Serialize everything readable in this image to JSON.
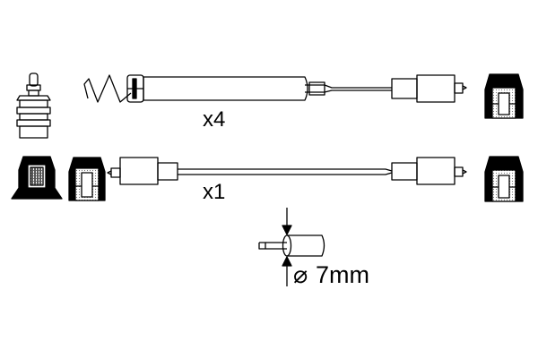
{
  "labels": {
    "qty_long": "x4",
    "qty_short": "x1",
    "diameter_symbol": "⌀",
    "diameter_value": "7mm"
  }
}
